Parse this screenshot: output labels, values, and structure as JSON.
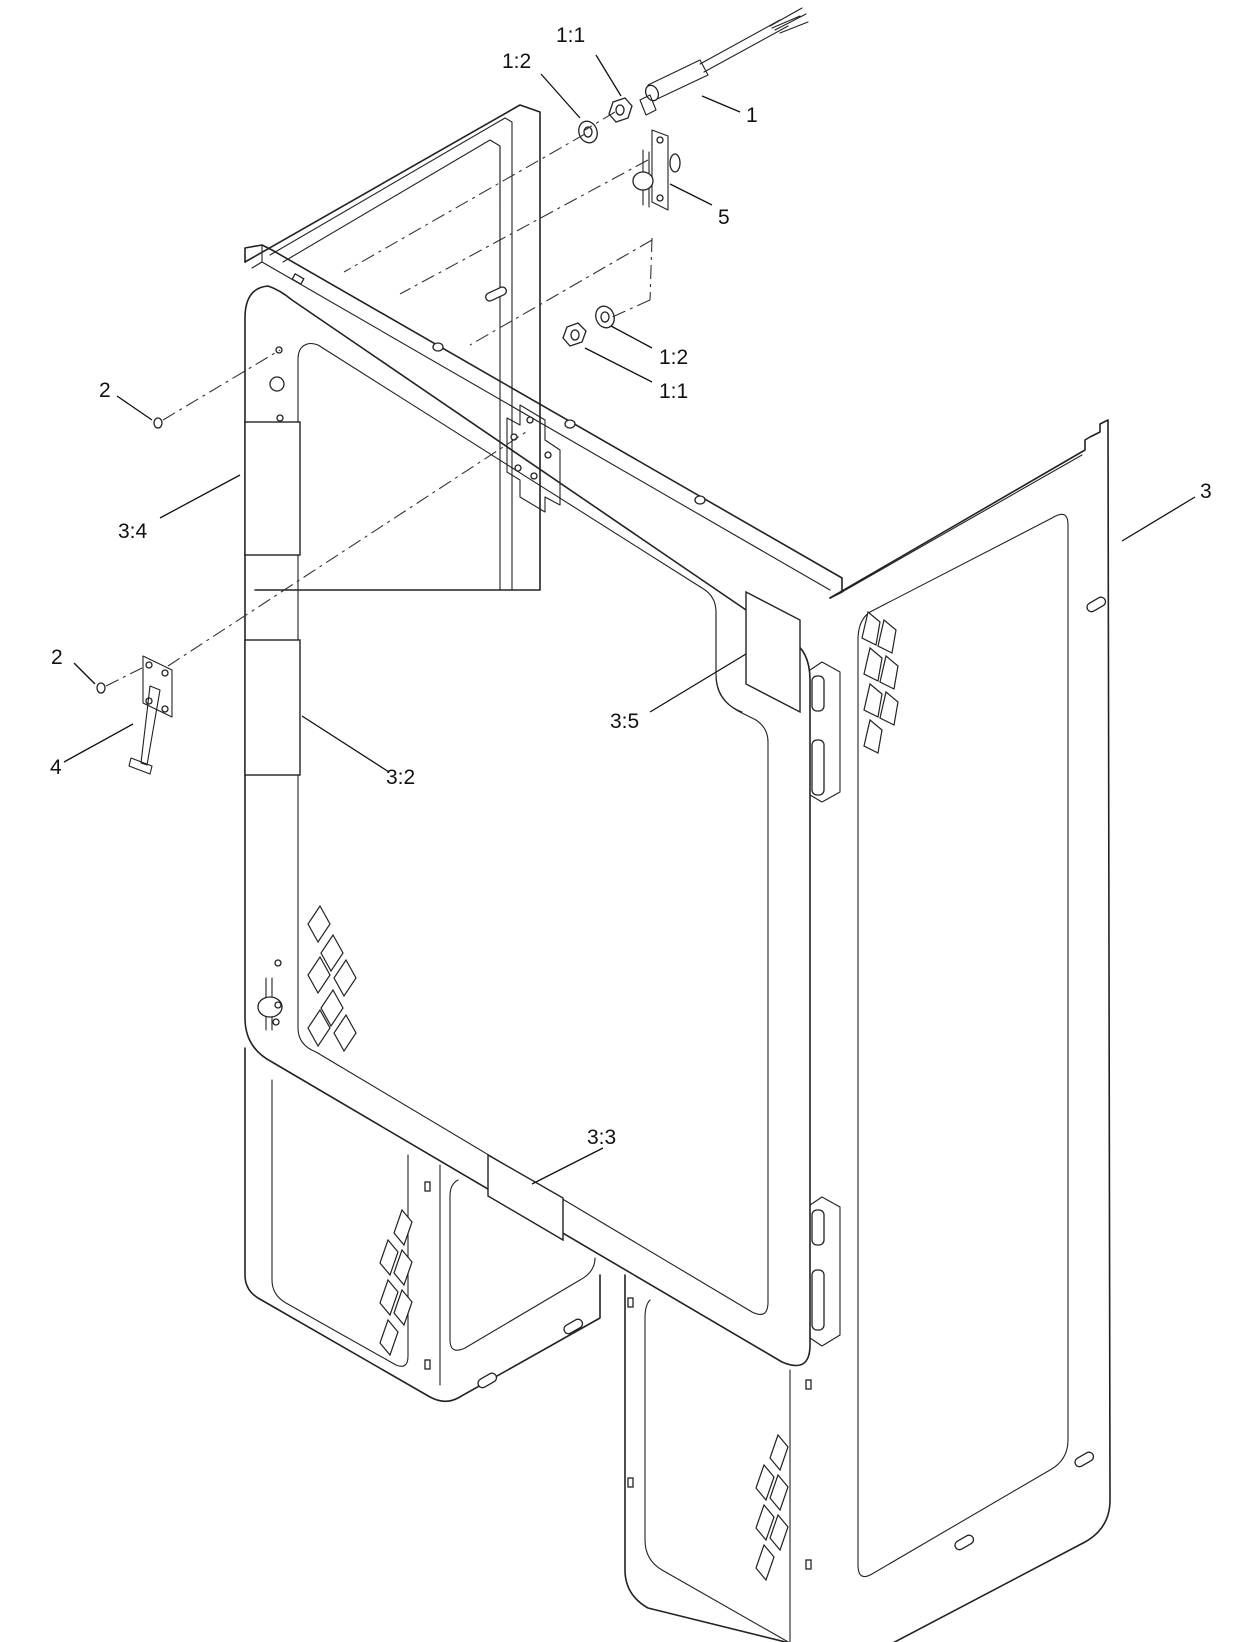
{
  "callouts": [
    {
      "id": "1_1_top",
      "text": "1:1"
    },
    {
      "id": "1_2_top",
      "text": "1:2"
    },
    {
      "id": "1",
      "text": "1"
    },
    {
      "id": "5",
      "text": "5"
    },
    {
      "id": "1_2_mid",
      "text": "1:2"
    },
    {
      "id": "1_1_mid",
      "text": "1:1"
    },
    {
      "id": "2_upper",
      "text": "2"
    },
    {
      "id": "3",
      "text": "3"
    },
    {
      "id": "3_4",
      "text": "3:4"
    },
    {
      "id": "2_lower",
      "text": "2"
    },
    {
      "id": "3_5",
      "text": "3:5"
    },
    {
      "id": "4",
      "text": "4"
    },
    {
      "id": "3_2",
      "text": "3:2"
    },
    {
      "id": "3_3",
      "text": "3:3"
    }
  ]
}
